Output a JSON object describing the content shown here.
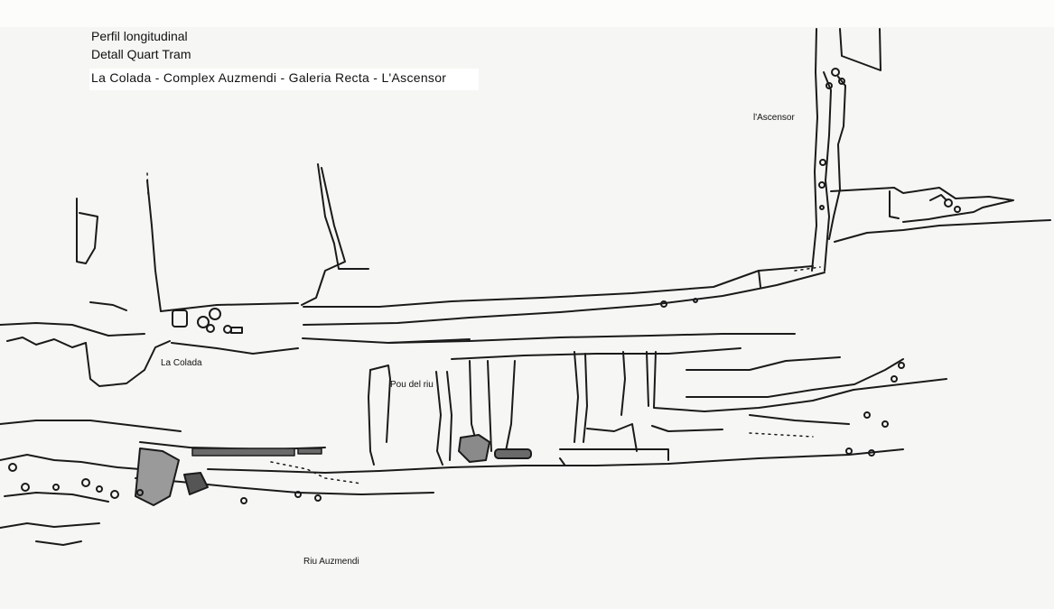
{
  "title_block": {
    "line1": "Perfil longitudinal",
    "line2": "Detall Quart Tram",
    "line3": "La Colada - Complex Auzmendi -  Galeria Recta - L'Ascensor"
  },
  "labels": {
    "ascensor": "l'Ascensor",
    "colada": "La Colada",
    "pou": "Pou del riu",
    "riu": "Riu Auzmendi"
  },
  "colors": {
    "ink": "#1a1a1a",
    "paper": "#f6f6f4"
  }
}
